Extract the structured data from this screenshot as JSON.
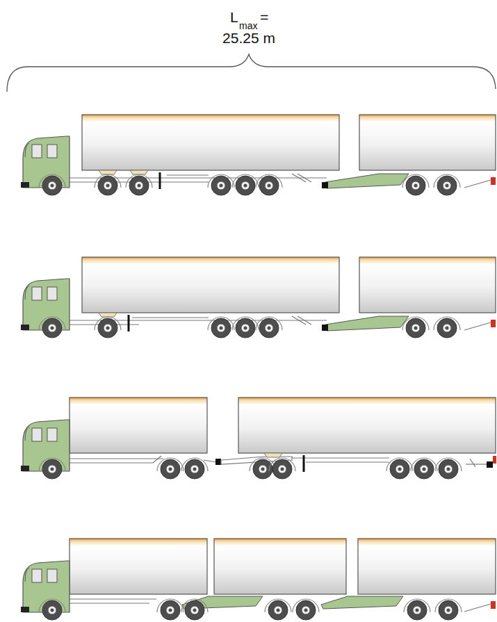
{
  "diagram": {
    "labels": [
      "L",
      "max",
      "=",
      "25.25 m"
    ]
  }
}
